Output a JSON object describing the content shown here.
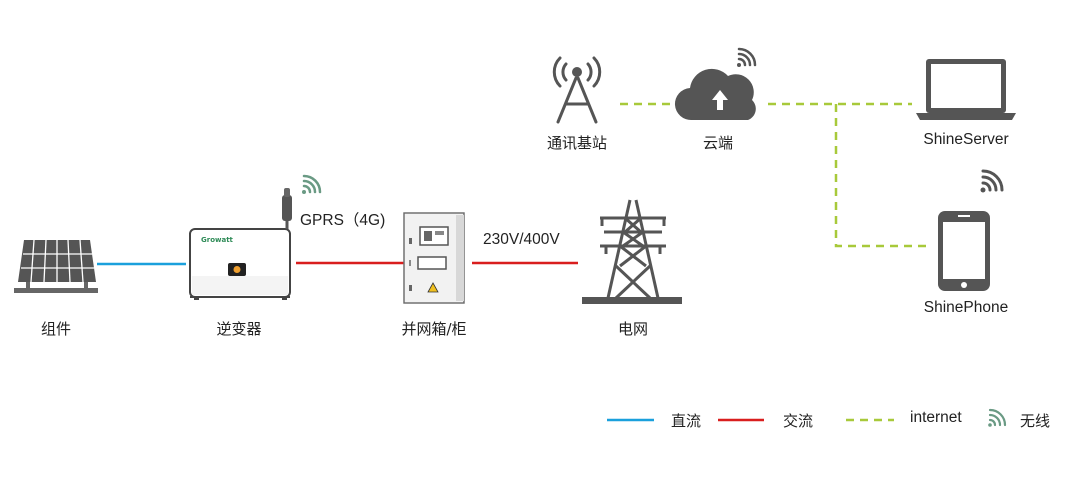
{
  "nodes": {
    "panels": "组件",
    "inverter": "逆变器",
    "inverter_brand": "Growatt",
    "combiner_box": "并网箱/柜",
    "grid": "电网",
    "base_station": "通讯基站",
    "cloud": "云端",
    "server": "ShineServer",
    "phone": "ShinePhone"
  },
  "link_labels": {
    "gprs": "GPRS（4G)",
    "voltage": "230V/400V"
  },
  "legend": {
    "dc": "直流",
    "ac": "交流",
    "internet": "internet",
    "wireless": "无线"
  },
  "colors": {
    "dc": "#1aa0dc",
    "ac": "#d91e1e",
    "internet": "#a8c93a",
    "icon": "#555555",
    "wifi_light": "#6a9a84"
  }
}
